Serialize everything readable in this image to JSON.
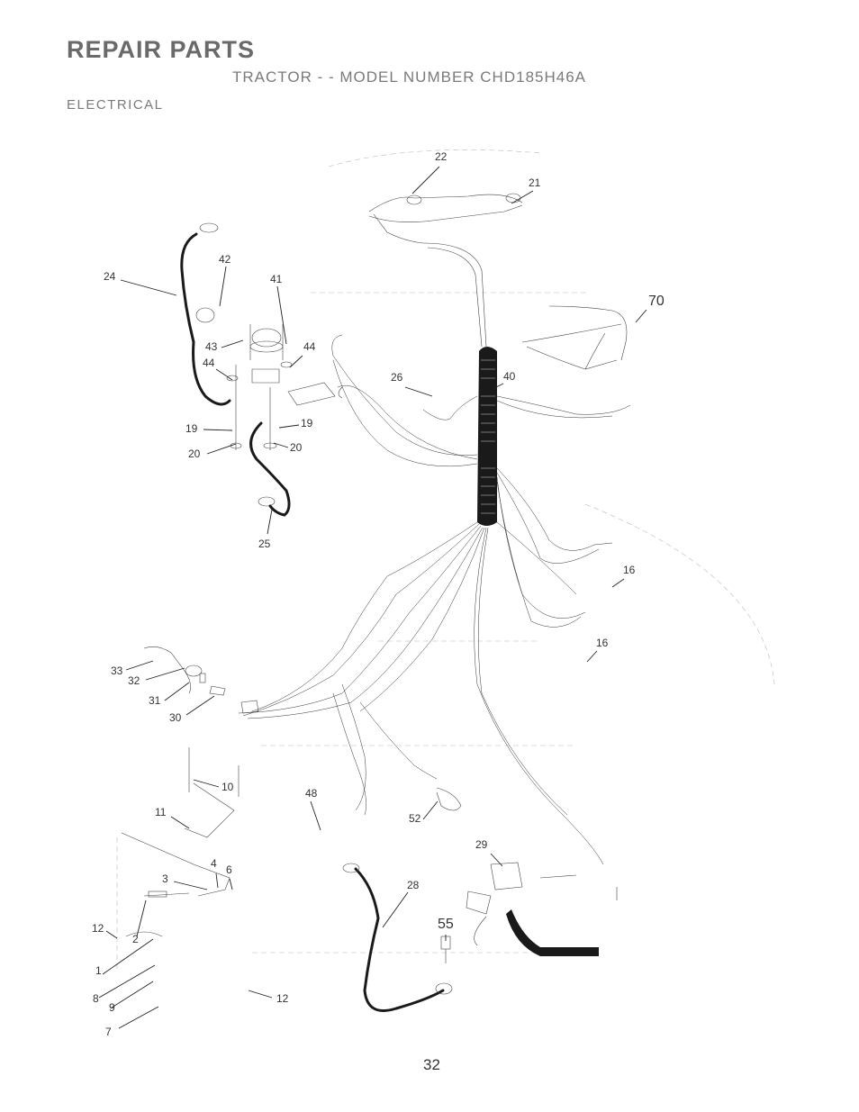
{
  "header": {
    "title": "REPAIR PARTS",
    "subtitle": "TRACTOR - - MODEL NUMBER CHD185H46A",
    "section": "ELECTRICAL"
  },
  "callouts": [
    "22",
    "21",
    "70",
    "24",
    "42",
    "41",
    "43",
    "44",
    "44",
    "26",
    "40",
    "19",
    "19",
    "20",
    "20",
    "25",
    "16",
    "16",
    "33",
    "32",
    "31",
    "30",
    "10",
    "48",
    "11",
    "52",
    "29",
    "4",
    "6",
    "3",
    "28",
    "12",
    "2",
    "55",
    "1",
    "8",
    "9",
    "7",
    "12"
  ],
  "page_number": "32"
}
